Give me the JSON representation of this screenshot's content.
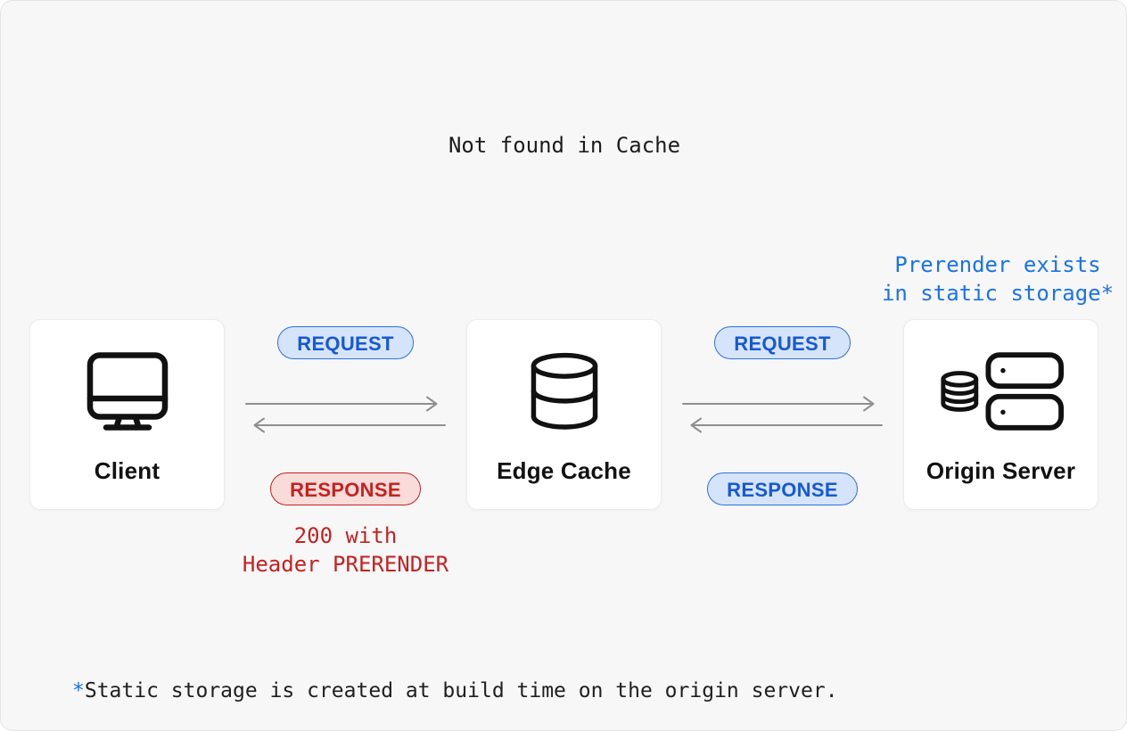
{
  "canvas": {
    "background": "#f7f7f8",
    "border_color": "#e4e4e6"
  },
  "colors": {
    "blue_text": "#1a73e8",
    "blue_badge_text": "#1659d2",
    "blue_badge_bg": "#d6e4fb",
    "blue_badge_border": "#2b71e0",
    "red_text": "#c5221f",
    "red_badge_bg": "#f9dcda",
    "red_badge_border": "#c5221f",
    "arrow_gray": "#8f8f8f",
    "icon_stroke": "#111111",
    "dark_text": "#1c1c1c"
  },
  "cache_miss_label": "Not found in Cache",
  "origin_note": {
    "line1": "Prerender exists",
    "line2": "in static storage*"
  },
  "nodes": [
    {
      "id": "client",
      "label": "Client",
      "icon": "monitor-icon"
    },
    {
      "id": "edge-cache",
      "label": "Edge Cache",
      "icon": "database-cylinder-icon"
    },
    {
      "id": "origin-server",
      "label": "Origin Server",
      "icon": "database-and-server-stack-icon"
    }
  ],
  "flows": [
    {
      "id": "client-to-edge",
      "request_label": "REQUEST",
      "response_label": "RESPONSE",
      "response_style": "red",
      "response_note": {
        "line1": "200 with",
        "line2": "Header PRERENDER"
      }
    },
    {
      "id": "edge-to-origin",
      "request_label": "REQUEST",
      "response_label": "RESPONSE",
      "response_style": "blue"
    }
  ],
  "footnote": {
    "marker": "*",
    "text": "Static storage is created at build time on the origin server."
  }
}
